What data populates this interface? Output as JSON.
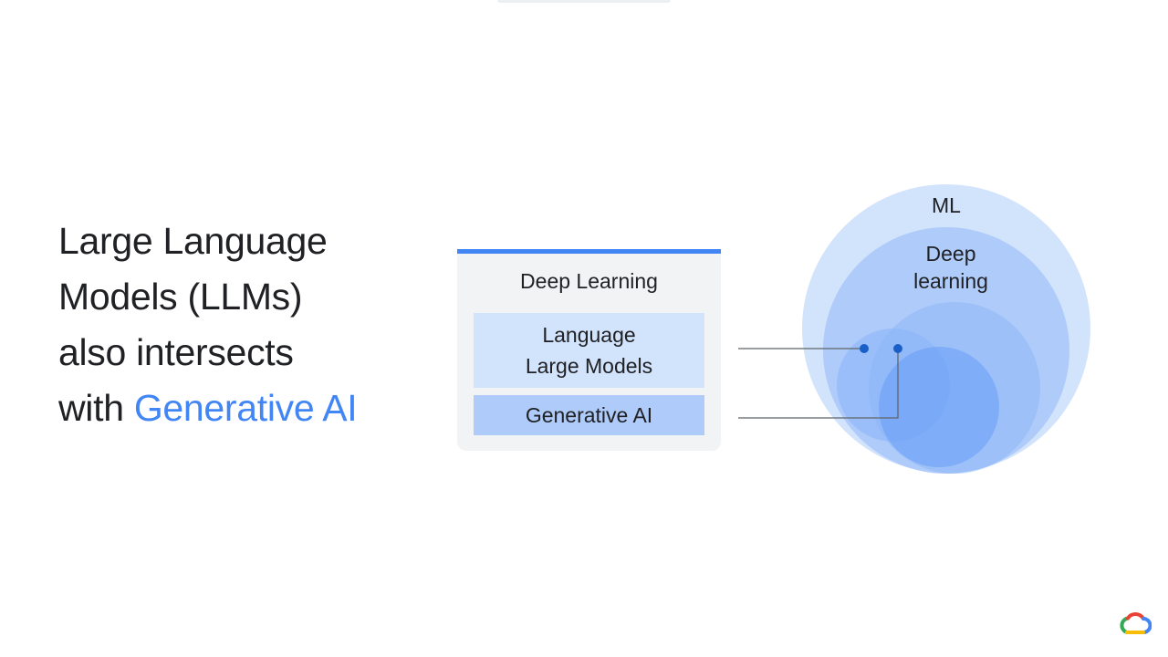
{
  "headline": {
    "line1": "Large Language",
    "line2": "Models (LLMs)",
    "line3": "also intersects",
    "line4_prefix": "with ",
    "line4_accent": "Generative AI"
  },
  "legend": {
    "title": "Deep Learning",
    "llm_line1": "Language",
    "llm_line2": "Large Models",
    "gen_ai": "Generative AI"
  },
  "diagram": {
    "ml_label": "ML",
    "deep_label_line1": "Deep",
    "deep_label_line2": "learning"
  },
  "colors": {
    "accent": "#4285f4",
    "ml_circle": "#d2e3fc",
    "deep_circle": "#aecbfa",
    "inner_circles": "#8ab4f8",
    "dot": "#1a5fc8",
    "card_bg": "#f1f3f4"
  },
  "logo": {
    "icon": "google-cloud-icon"
  }
}
